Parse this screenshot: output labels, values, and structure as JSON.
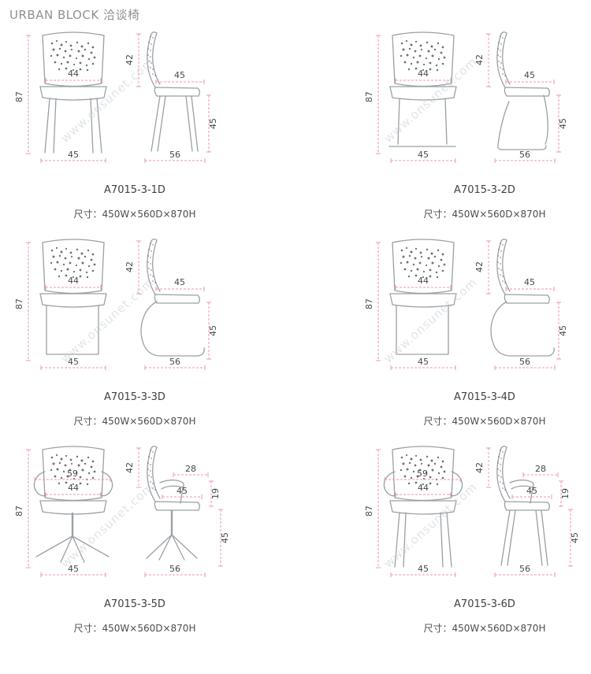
{
  "header": {
    "title": "URBAN BLOCK 洽谈椅"
  },
  "watermark": "www.onsunet.com",
  "colors": {
    "dimension_line": "#f294b3",
    "drawing_line": "#9aa0a5",
    "text": "#46484c"
  },
  "cells": [
    {
      "model": "A7015-3-1D",
      "size": "尺寸：450W×560D×870H",
      "base": "four-leg",
      "front": {
        "back_width": "44",
        "height": "87",
        "base_width": "45"
      },
      "side": {
        "back_height": "42",
        "seat_depth": "45",
        "seat_height": "45",
        "base_depth": "56"
      }
    },
    {
      "model": "A7015-3-2D",
      "size": "尺寸：450W×560D×870H",
      "base": "sled",
      "front": {
        "back_width": "44",
        "height": "87",
        "base_width": "45"
      },
      "side": {
        "back_height": "42",
        "seat_depth": "45",
        "seat_height": "45",
        "base_depth": "56"
      }
    },
    {
      "model": "A7015-3-3D",
      "size": "尺寸：450W×560D×870H",
      "base": "cantilever",
      "front": {
        "back_width": "44",
        "height": "87",
        "base_width": "45"
      },
      "side": {
        "back_height": "42",
        "seat_depth": "45",
        "seat_height": "45",
        "base_depth": "56"
      }
    },
    {
      "model": "A7015-3-4D",
      "size": "尺寸：450W×560D×870H",
      "base": "cantilever",
      "front": {
        "back_width": "44",
        "height": "87",
        "base_width": "45"
      },
      "side": {
        "back_height": "42",
        "seat_depth": "45",
        "seat_height": "45",
        "base_depth": "56"
      }
    },
    {
      "model": "A7015-3-5D",
      "size": "尺寸：450W×560D×870H",
      "base": "star-swivel-with-arms",
      "front": {
        "arm_width": "59",
        "back_width": "44",
        "height": "87",
        "base_width": "45"
      },
      "side": {
        "back_height": "42",
        "arm_depth": "28",
        "seat_depth": "45",
        "arm_height": "19",
        "seat_height": "45",
        "base_depth": "56"
      }
    },
    {
      "model": "A7015-3-6D",
      "size": "尺寸：450W×560D×870H",
      "base": "four-leg-with-arms",
      "front": {
        "arm_width": "59",
        "back_width": "44",
        "height": "87",
        "base_width": "45"
      },
      "side": {
        "back_height": "42",
        "arm_depth": "28",
        "seat_depth": "45",
        "arm_height": "19",
        "seat_height": "45",
        "base_depth": "56"
      }
    }
  ]
}
